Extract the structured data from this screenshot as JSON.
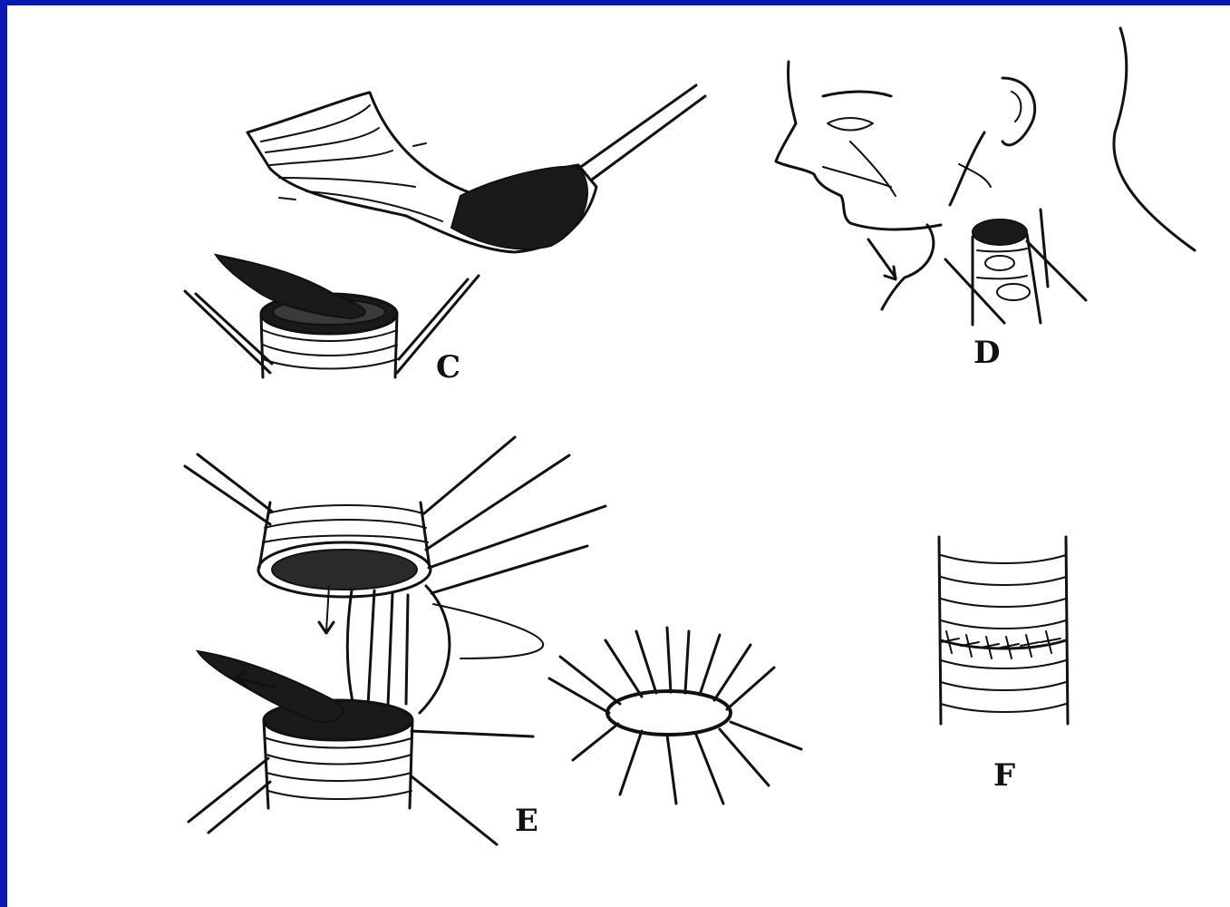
{
  "colors": {
    "frame": "#0a18b4",
    "background": "#ffffff",
    "ink": "#111111"
  },
  "panels": {
    "c": {
      "label": "C"
    },
    "d": {
      "label": "D"
    },
    "e": {
      "label": "E"
    },
    "f": {
      "label": "F"
    }
  }
}
